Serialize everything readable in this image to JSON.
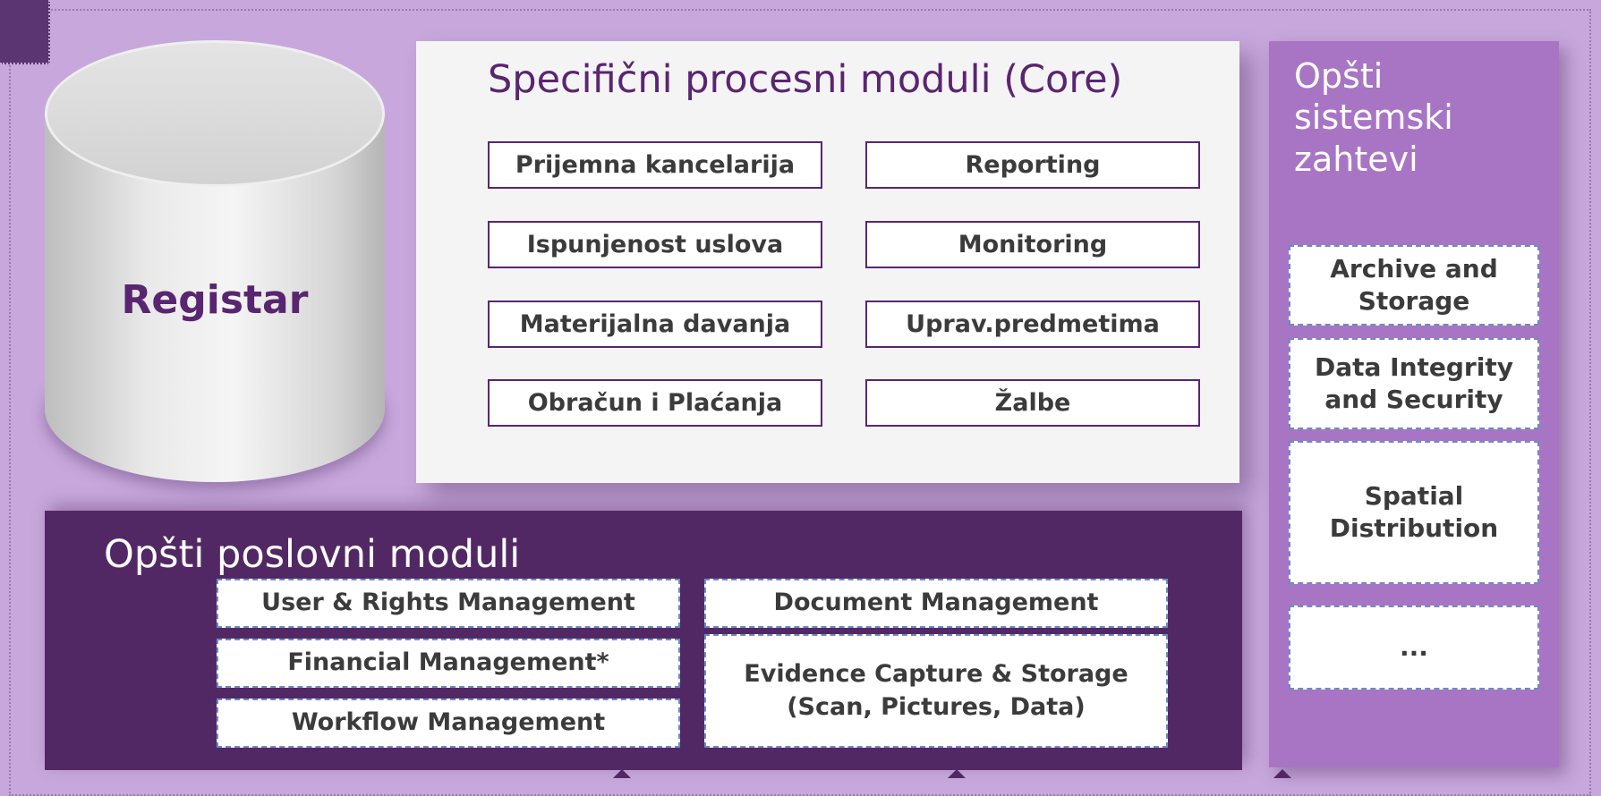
{
  "registry": {
    "label": "Registar"
  },
  "core": {
    "title": "Specifični procesni moduli (Core)",
    "modules_left": [
      "Prijemna kancelarija",
      "Ispunjenost uslova",
      "Materijalna davanja",
      "Obračun i Plaćanja"
    ],
    "modules_right": [
      "Reporting",
      "Monitoring",
      "Uprav.predmetima",
      "Žalbe"
    ]
  },
  "business": {
    "title": "Opšti poslovni moduli",
    "modules_left": [
      "User & Rights Management",
      "Financial Management*",
      "Workflow Management"
    ],
    "modules_right": [
      "Document Management",
      "Evidence Capture & Storage\n(Scan, Pictures, Data)"
    ]
  },
  "system": {
    "title": "Opšti sistemski zahtevi",
    "modules": [
      "Archive and Storage",
      "Data Integrity and Security",
      "Spatial Distribution",
      "..."
    ]
  },
  "colors": {
    "background": "#c8a8dc",
    "accent_dark": "#522864",
    "accent_text": "#5a2570",
    "column": "#a875c4"
  }
}
